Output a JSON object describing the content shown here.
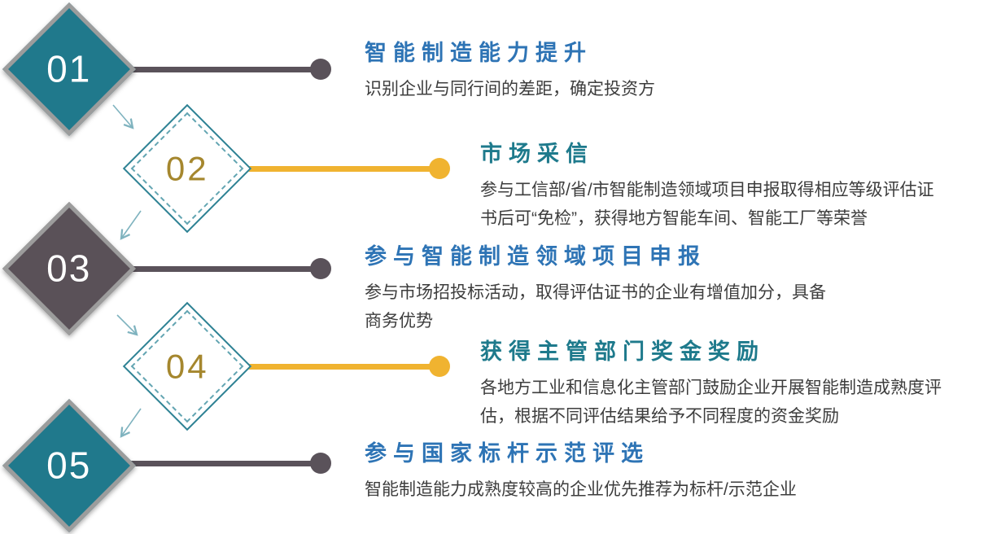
{
  "diagram": {
    "type": "vertical-step-flow",
    "step_count": 5
  },
  "colors": {
    "teal_diamond": "#20798c",
    "dark_diamond": "#5a5158",
    "outline_diamond_border": "#2e8294",
    "gold_accent": "#f0b330",
    "gold_number": "#a5872e",
    "dark_accent": "#5a525a",
    "title_blue": "#2e74b5",
    "title_teal": "#1e7a8c",
    "arrow_teal": "#7fb3bf"
  },
  "steps": [
    {
      "number": "01",
      "title": "智能制造能力提升",
      "description": "识别企业与同行间的差距，确定投资方",
      "style": "dark-filled"
    },
    {
      "number": "02",
      "title": "市场采信",
      "description": "参与工信部/省/市智能制造领域项目申报取得相应等级评估证\n书后可“免检”，获得地方智能车间、智能工厂等荣誉",
      "style": "gold-outline"
    },
    {
      "number": "03",
      "title": "参与智能制造领域项目申报",
      "description": "参与市场招投标活动，取得评估证书的企业有增值加分，具备\n商务优势",
      "style": "dark-filled"
    },
    {
      "number": "04",
      "title": "获得主管部门奖金奖励",
      "description": "各地方工业和信息化主管部门鼓励企业开展智能制造成熟度评\n估，根据不同评估结果给予不同程度的资金奖励",
      "style": "gold-outline"
    },
    {
      "number": "05",
      "title": "参与国家标杆示范评选",
      "description": "智能制造能力成熟度较高的企业优先推荐为标杆/示范企业",
      "style": "dark-filled"
    }
  ]
}
